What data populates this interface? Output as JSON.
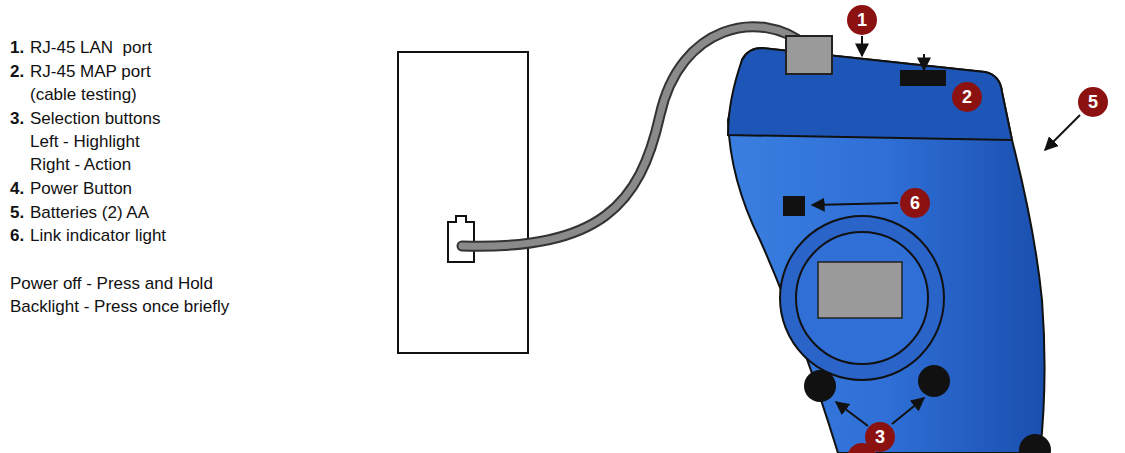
{
  "diagram": {
    "labels": [
      "1.",
      "RJ-45 LAN  port",
      "2.",
      "RJ-45 MAP port (cable testing)",
      "3.",
      "Selection buttons",
      "Left - Highlight",
      "Right - Action",
      "4.",
      "Power Button",
      "5.",
      "Batteries (2) AA",
      "6.",
      "Link indicator light",
      "Power off - Press and Hold",
      "Backlight - Press once briefly",
      "1",
      "2",
      "6",
      "5",
      "3"
    ]
  }
}
